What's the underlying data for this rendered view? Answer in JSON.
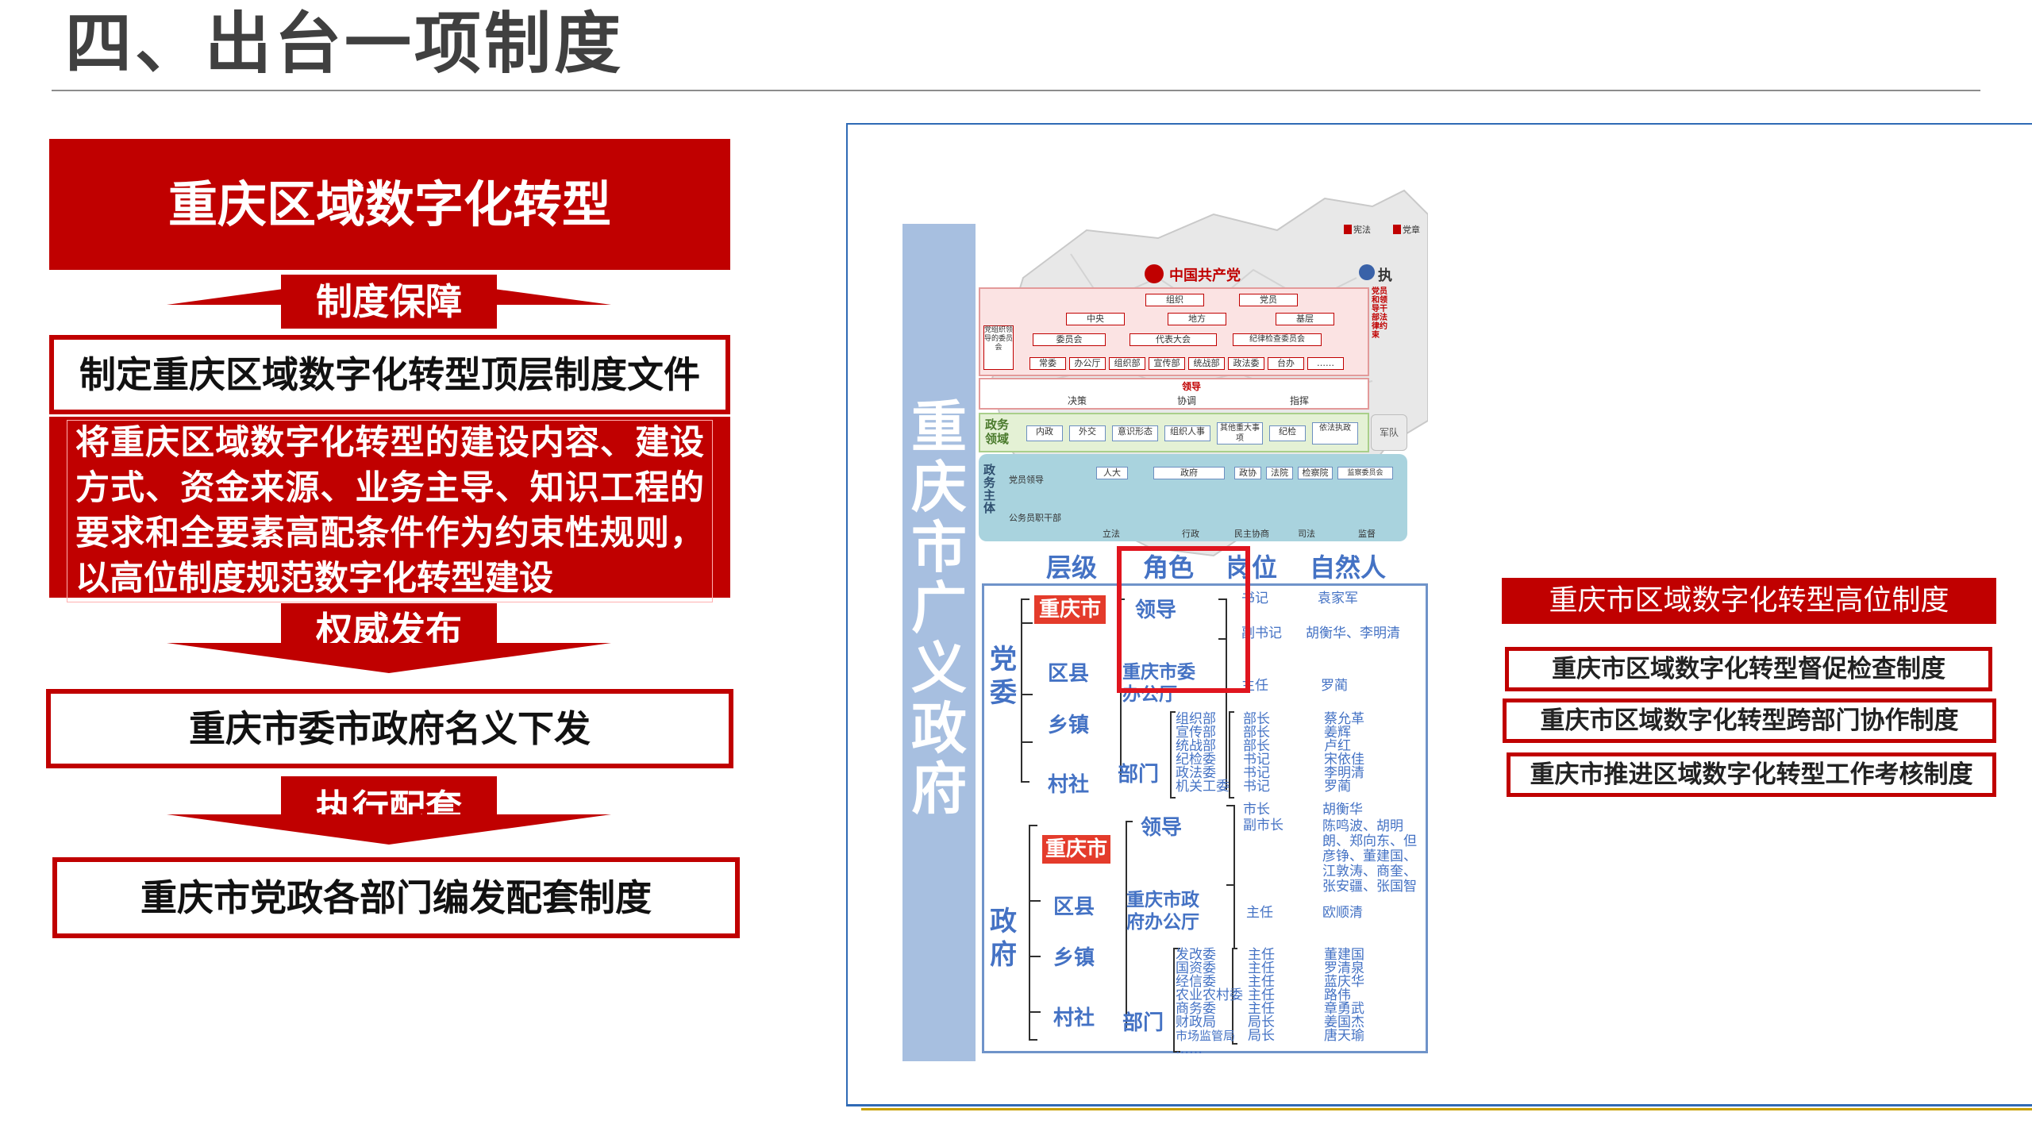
{
  "header": {
    "title": "四、出台一项制度"
  },
  "left": {
    "banner": "重庆区域数字化转型",
    "stage1_label": "制度保障",
    "stage1_box": "制定重庆区域数字化转型顶层制度文件",
    "description": "将重庆区域数字化转型的建设内容、建设方式、资金来源、业务主导、知识工程的要求和全要素高配条件作为约束性规则，以高位制度规范数字化转型建设",
    "stage2_label": "权威发布",
    "stage2_box": "重庆市委市政府名义下发",
    "stage3_label": "执行配套",
    "stage3_box": "重庆市党政各部门编发配套制度"
  },
  "diagram": {
    "vertical_label": "重庆市广义政府",
    "party_logo_text": "中国共产党",
    "exec_text": "执",
    "top_right_tags": [
      "宪法",
      "党章"
    ],
    "party_left_box": "党组织领导的委员会",
    "party_right_box": "党员和领导干部法律约束",
    "party_row1": [
      "组织",
      "党员"
    ],
    "party_row2": [
      "中央",
      "地方",
      "基层"
    ],
    "party_row3": [
      "委员会",
      "代表大会",
      "纪律检查委员会"
    ],
    "party_row4": [
      "常委",
      "办公厅",
      "组织部",
      "宣传部",
      "统战部",
      "政法委",
      "台办",
      "……"
    ],
    "leader_band": "领导",
    "leader_row": [
      "决策",
      "协调",
      "指挥"
    ],
    "domain_label": "政务领域",
    "domain_items": [
      "内政",
      "外交",
      "意识形态",
      "组织人事",
      "其他重大事项",
      "纪检",
      "依法执政"
    ],
    "army_tag": "军队",
    "subject_label": "政务主体",
    "subject_people": [
      "党员领导",
      "公务员职干部"
    ],
    "subject_items": [
      "人大",
      "政府",
      "政协",
      "法院",
      "检察院",
      "监察委员会"
    ],
    "subject_bottom": [
      "立法",
      "行政",
      "民主协商",
      "司法",
      "监督"
    ],
    "columns": [
      "层级",
      "角色",
      "岗位",
      "自然人"
    ],
    "party": {
      "label": "党委",
      "city_tag": "重庆市",
      "levels": [
        "区县",
        "乡镇",
        "村社"
      ],
      "roles": [
        "领导",
        "重庆市委办公厅",
        "部门"
      ],
      "leader_posts": [
        "书记",
        "副书记"
      ],
      "leader_people": [
        "袁家军",
        "胡衡华、李明清"
      ],
      "office_post": "主任",
      "office_person": "罗蔺",
      "departments": [
        "组织部",
        "宣传部",
        "统战部",
        "纪检委",
        "政法委",
        "机关工委"
      ],
      "dept_posts": [
        "部长",
        "部长",
        "部长",
        "书记",
        "书记",
        "书记"
      ],
      "dept_people": [
        "蔡允革",
        "姜辉",
        "卢红",
        "宋依佳",
        "李明清",
        "罗蔺"
      ]
    },
    "government": {
      "label": "政府",
      "city_tag": "重庆市",
      "levels": [
        "区县",
        "乡镇",
        "村社"
      ],
      "roles": [
        "领导",
        "重庆市政府办公厅",
        "部门"
      ],
      "leader_posts": [
        "市长",
        "副市长"
      ],
      "leader_people": [
        "胡衡华",
        "陈鸣波、胡明朗、郑向东、但彦铮、董建国、江敦涛、商奎、张安疆、张国智"
      ],
      "office_post": "主任",
      "office_person": "欧顺清",
      "departments": [
        "发改委",
        "国资委",
        "经信委",
        "农业农村委",
        "商务委",
        "财政局",
        "市场监管局",
        "……"
      ],
      "dept_posts": [
        "主任",
        "主任",
        "主任",
        "主任",
        "主任",
        "局长",
        "局长"
      ],
      "dept_people": [
        "董建国",
        "罗清泉",
        "蓝庆华",
        "路伟",
        "章勇武",
        "姜国杰",
        "唐天瑜"
      ]
    }
  },
  "rules": {
    "title": "重庆市区域数字化转型高位制度",
    "items": [
      "重庆市区域数字化转型督促检查制度",
      "重庆市区域数字化转型跨部门协作制度",
      "重庆市推进区域数字化转型工作考核制度"
    ]
  },
  "colors": {
    "accent_red": "#c00000",
    "label_blue": "#4472c4",
    "column_blue": "#a7bfe0"
  }
}
